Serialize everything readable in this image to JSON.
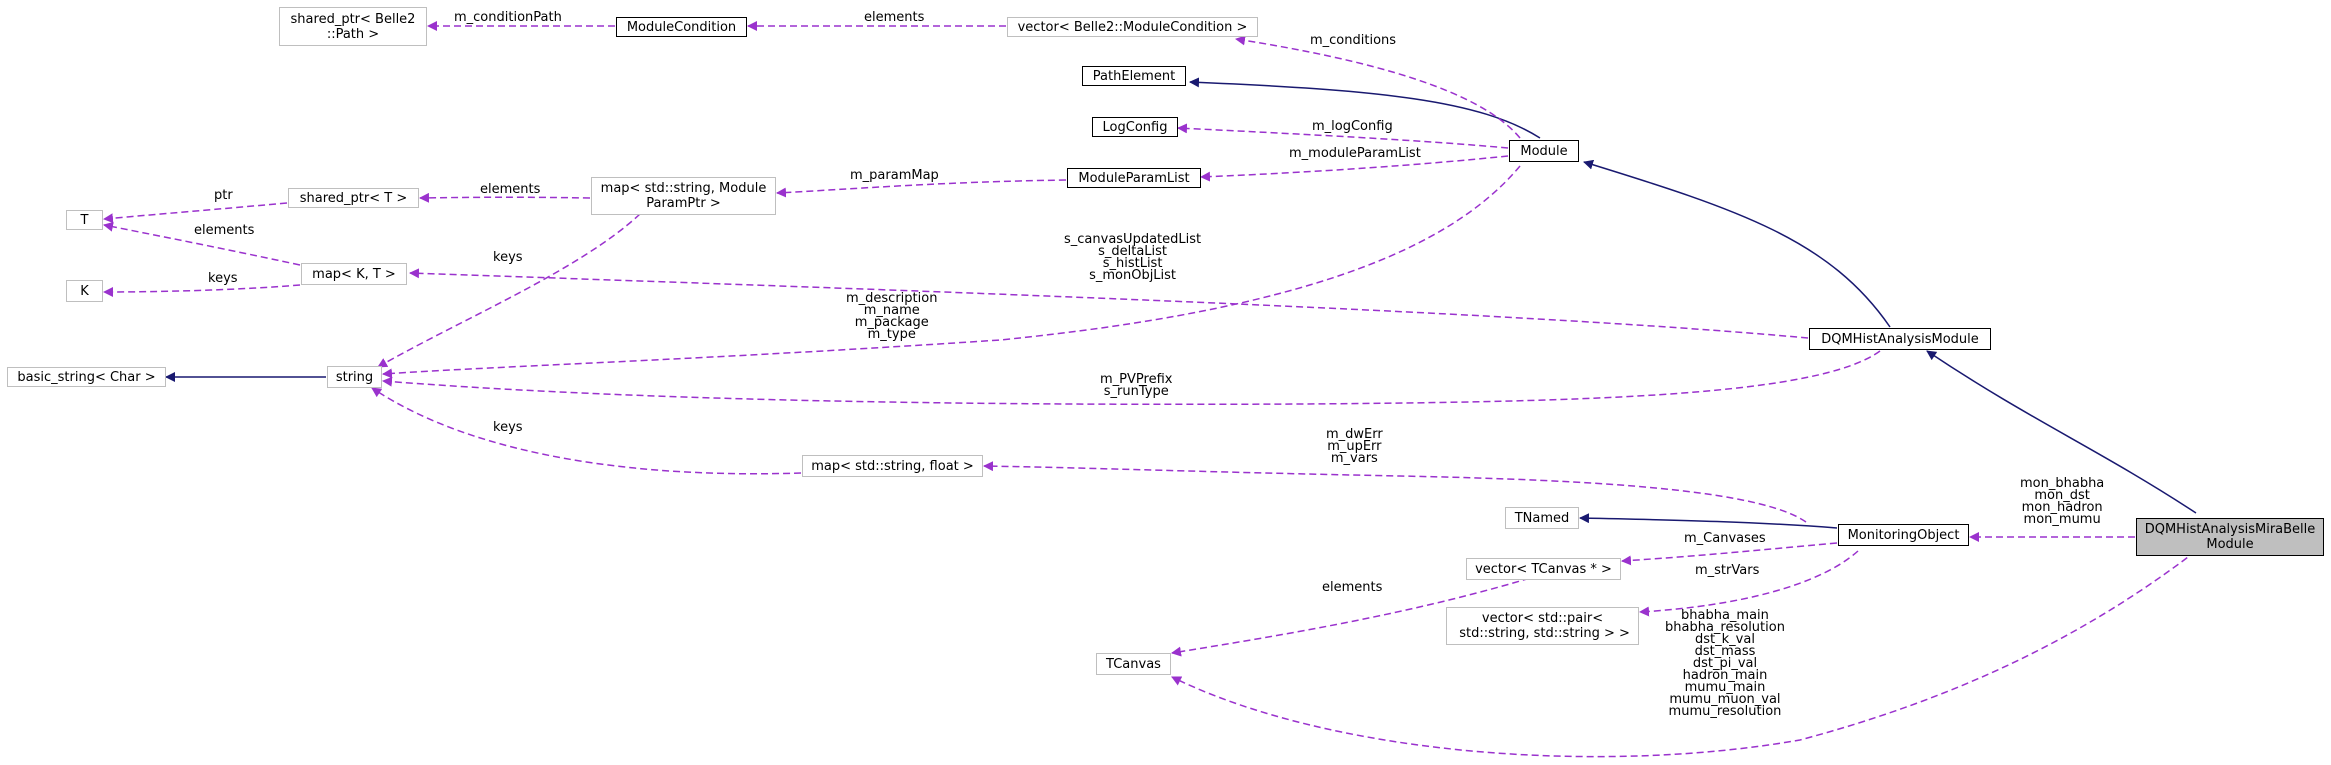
{
  "nodes": {
    "n_shared_path": "shared_ptr< Belle2\n::Path >",
    "n_modcond": "ModuleCondition",
    "n_vec_modcond": "vector< Belle2::ModuleCondition >",
    "n_pathelement": "PathElement",
    "n_logconfig": "LogConfig",
    "n_module": "Module",
    "n_modparamlist": "ModuleParamList",
    "n_map_paramptr": "map< std::string, Module\nParamPtr >",
    "n_shared_t": "shared_ptr< T >",
    "n_t": "T",
    "n_map_kt": "map< K, T >",
    "n_k": "K",
    "n_basic_string": "basic_string< Char >",
    "n_string": "string",
    "n_dqmhist": "DQMHistAnalysisModule",
    "n_map_float": "map< std::string, float >",
    "n_tnamed": "TNamed",
    "n_monobj": "MonitoringObject",
    "n_mira": "DQMHistAnalysisMiraBelle\nModule",
    "n_vec_tcanvas": "vector< TCanvas * >",
    "n_vec_pair": "vector< std::pair<\n std::string, std::string > >",
    "n_tcanvas": "TCanvas"
  },
  "edge_labels": {
    "e_condpath": [
      "m_conditionPath"
    ],
    "e_elements_cond": [
      "elements"
    ],
    "e_conditions": [
      "m_conditions"
    ],
    "e_logconfig": [
      "m_logConfig"
    ],
    "e_modparamlist": [
      "m_moduleParamList"
    ],
    "e_parammap": [
      "m_paramMap"
    ],
    "e_elements_shared": [
      "elements"
    ],
    "e_ptr": [
      "ptr"
    ],
    "e_elements_mapkt": [
      "elements"
    ],
    "e_keys_k": [
      "keys"
    ],
    "e_keys_param": [
      "keys"
    ],
    "e_dqm_lists": [
      "s_canvasUpdatedList",
      "s_deltaList",
      "s_histList",
      "s_monObjList"
    ],
    "e_module_strings": [
      "m_description",
      "m_name",
      "m_package",
      "m_type"
    ],
    "e_dqm_strings": [
      "m_PVPrefix",
      "s_runType"
    ],
    "e_keys_float": [
      "keys"
    ],
    "e_mon_floats": [
      "m_dwErr",
      "m_upErr",
      "m_vars"
    ],
    "e_mira_mon": [
      "mon_bhabha",
      "mon_dst",
      "mon_hadron",
      "mon_mumu"
    ],
    "e_canvases": [
      "m_Canvases"
    ],
    "e_strvars": [
      "m_strVars"
    ],
    "e_elements_tc": [
      "elements"
    ],
    "e_mira_tc": [
      "bhabha_main",
      "bhabha_resolution",
      "dst_k_val",
      "dst_mass",
      "dst_pi_val",
      "hadron_main",
      "mumu_main",
      "mumu_muon_val",
      "mumu_resolution"
    ]
  },
  "colors": {
    "inheritance": "#191970",
    "usage": "#9a32cd",
    "focus_fill": "#bfbfbf",
    "node_border": "#bfbfbf"
  }
}
